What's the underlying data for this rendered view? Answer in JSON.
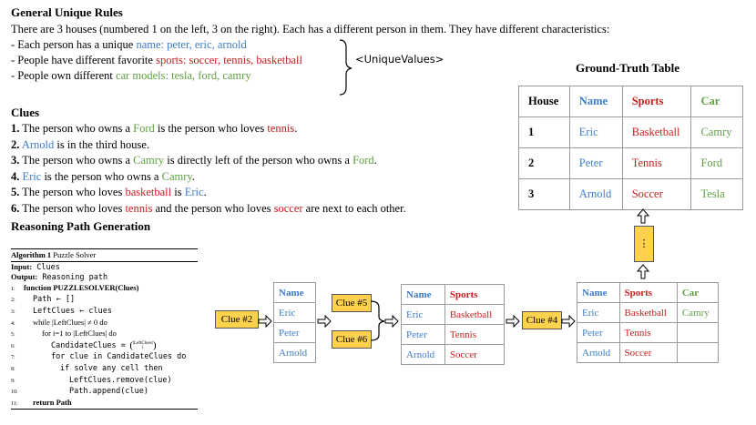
{
  "rules": {
    "heading": "General Unique Rules",
    "intro": "There are 3 houses (numbered 1 on the left, 3 on the right). Each has a different person in them. They have different characteristics:",
    "items": [
      {
        "prefix": "- Each person has a unique ",
        "colored": "name: peter, eric, arnold"
      },
      {
        "prefix": "- People have different favorite ",
        "colored": "sports: soccer, tennis, basketball"
      },
      {
        "prefix": "- People own different ",
        "colored": "car models: tesla, ford, camry"
      }
    ],
    "brace_label": "<UniqueValues>"
  },
  "clues": {
    "heading": "Clues",
    "items": [
      {
        "num": "1.",
        "t1": " The person who owns a ",
        "c1": "Ford",
        "t2": " is the person who loves ",
        "c2": "tennis",
        "t3": "."
      },
      {
        "num": "2.",
        "t1": " ",
        "c1": "Arnold",
        "t2": " is in the third house.",
        "c2": "",
        "t3": ""
      },
      {
        "num": "3.",
        "t1": " The person who owns a ",
        "c1": "Camry",
        "t2": " is directly left of the person who owns a ",
        "c2": "Ford",
        "t3": "."
      },
      {
        "num": "4.",
        "t1": " ",
        "c1": "Eric",
        "t2": " is the person who owns a ",
        "c2": "Camry",
        "t3": "."
      },
      {
        "num": "5.",
        "t1": " The person who loves ",
        "c1": "basketball",
        "t2": " is ",
        "c2": "Eric",
        "t3": "."
      },
      {
        "num": "6.",
        "t1": " The person who loves ",
        "c1": "tennis",
        "t2": " and the person who loves ",
        "c2": "soccer",
        "t3": " are next to each other."
      }
    ]
  },
  "ground_truth": {
    "title": "Ground-Truth Table",
    "headers": [
      "House",
      "Name",
      "Sports",
      "Car"
    ],
    "rows": [
      [
        "1",
        "Eric",
        "Basketball",
        "Camry"
      ],
      [
        "2",
        "Peter",
        "Tennis",
        "Ford"
      ],
      [
        "3",
        "Arnold",
        "Soccer",
        "Tesla"
      ]
    ],
    "ellipsis": "⋮"
  },
  "reasoning": {
    "heading": "Reasoning Path Generation",
    "algorithm": {
      "title_bold": "Algorithm 1",
      "title": " Puzzle Solver",
      "input_label": "Input:",
      "input_value": " Clues",
      "output_label": "Output:",
      "output_value": " Reasoning path",
      "lines": [
        {
          "n": "1:",
          "text": "function PUZZLESOLVER(Clues)"
        },
        {
          "n": "2:",
          "text": "Path ← []"
        },
        {
          "n": "3:",
          "text": "LeftClues ← clues"
        },
        {
          "n": "4:",
          "text": "while |LeftClues| ≠ 0 do"
        },
        {
          "n": "5:",
          "text": "for i=1 to  |LeftClues| do"
        },
        {
          "n": "6:",
          "text": "CandidateClues = "
        },
        {
          "n": "7:",
          "text": "for clue in CandidateClues do"
        },
        {
          "n": "8:",
          "text": "if solve any cell then"
        },
        {
          "n": "9:",
          "text": "LeftClues.remove(clue)"
        },
        {
          "n": "10:",
          "text": "Path.append(clue)"
        },
        {
          "n": "11:",
          "text": "return Path"
        }
      ],
      "binom_top": "|LeftClues|",
      "binom_bottom": "i"
    },
    "clue_boxes": [
      "Clue #2",
      "Clue #5",
      "Clue #6",
      "Clue #4"
    ],
    "table1": {
      "headers": [
        "Name"
      ],
      "rows": [
        [
          "Eric"
        ],
        [
          "Peter"
        ],
        [
          "Arnold"
        ]
      ]
    },
    "table2": {
      "headers": [
        "Name",
        "Sports"
      ],
      "rows": [
        [
          "Eric",
          "Basketball"
        ],
        [
          "Peter",
          "Tennis"
        ],
        [
          "Arnold",
          "Soccer"
        ]
      ]
    },
    "table3": {
      "headers": [
        "Name",
        "Sports",
        "Car"
      ],
      "rows": [
        [
          "Eric",
          "Basketball",
          "Camry"
        ],
        [
          "Peter",
          "Tennis",
          ""
        ],
        [
          "Arnold",
          "Soccer",
          ""
        ]
      ]
    }
  },
  "colors": {
    "name": "#3d7cc9",
    "sports": "#c81e1e",
    "car": "#5fa043",
    "clue_box": "#ffd24d"
  }
}
